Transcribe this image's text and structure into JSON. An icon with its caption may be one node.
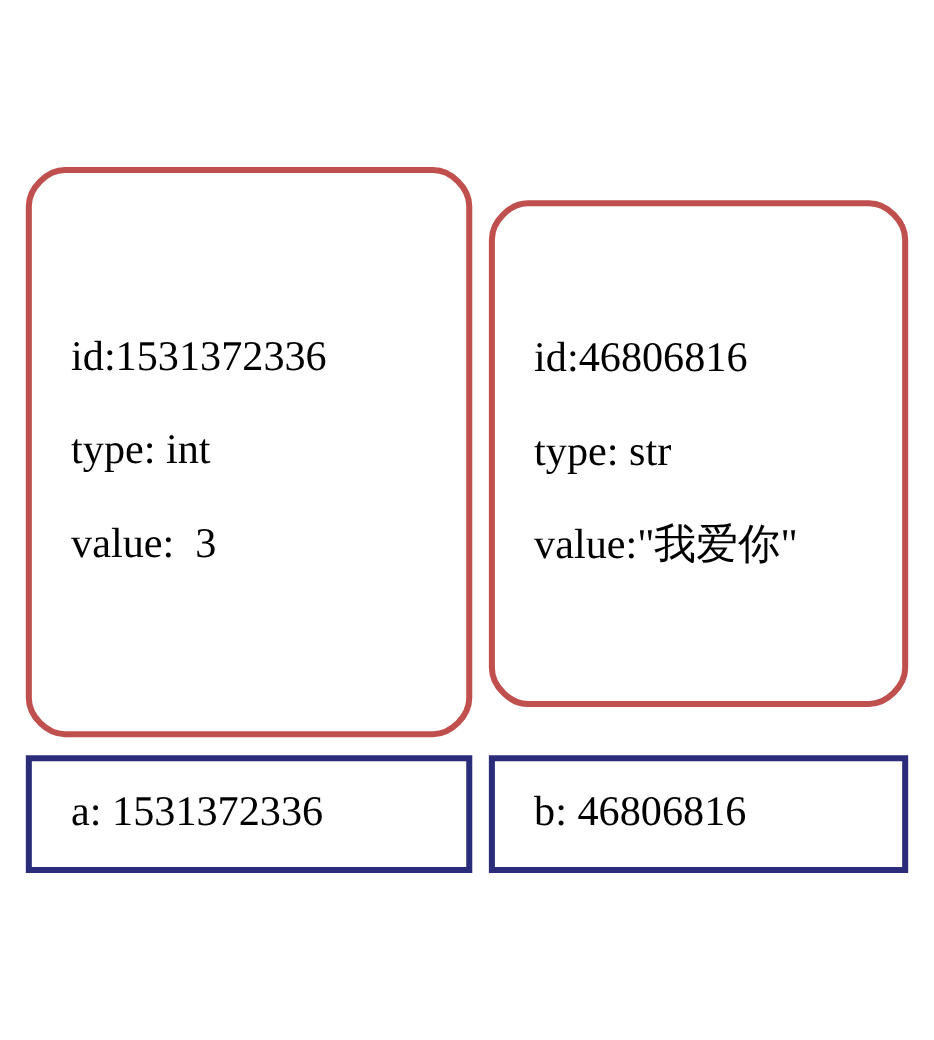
{
  "diagram": {
    "nodes": [
      {
        "text": [
          "a: 1531372336"
        ]
      },
      {
        "text": [
          "id:1531372336",
          "type: int",
          "value:  3"
        ]
      },
      {
        "text": [
          "b: 46806816"
        ]
      },
      {
        "text": [
          "id:46806816",
          "type: str",
          "value:\"我爱你\""
        ]
      }
    ]
  }
}
